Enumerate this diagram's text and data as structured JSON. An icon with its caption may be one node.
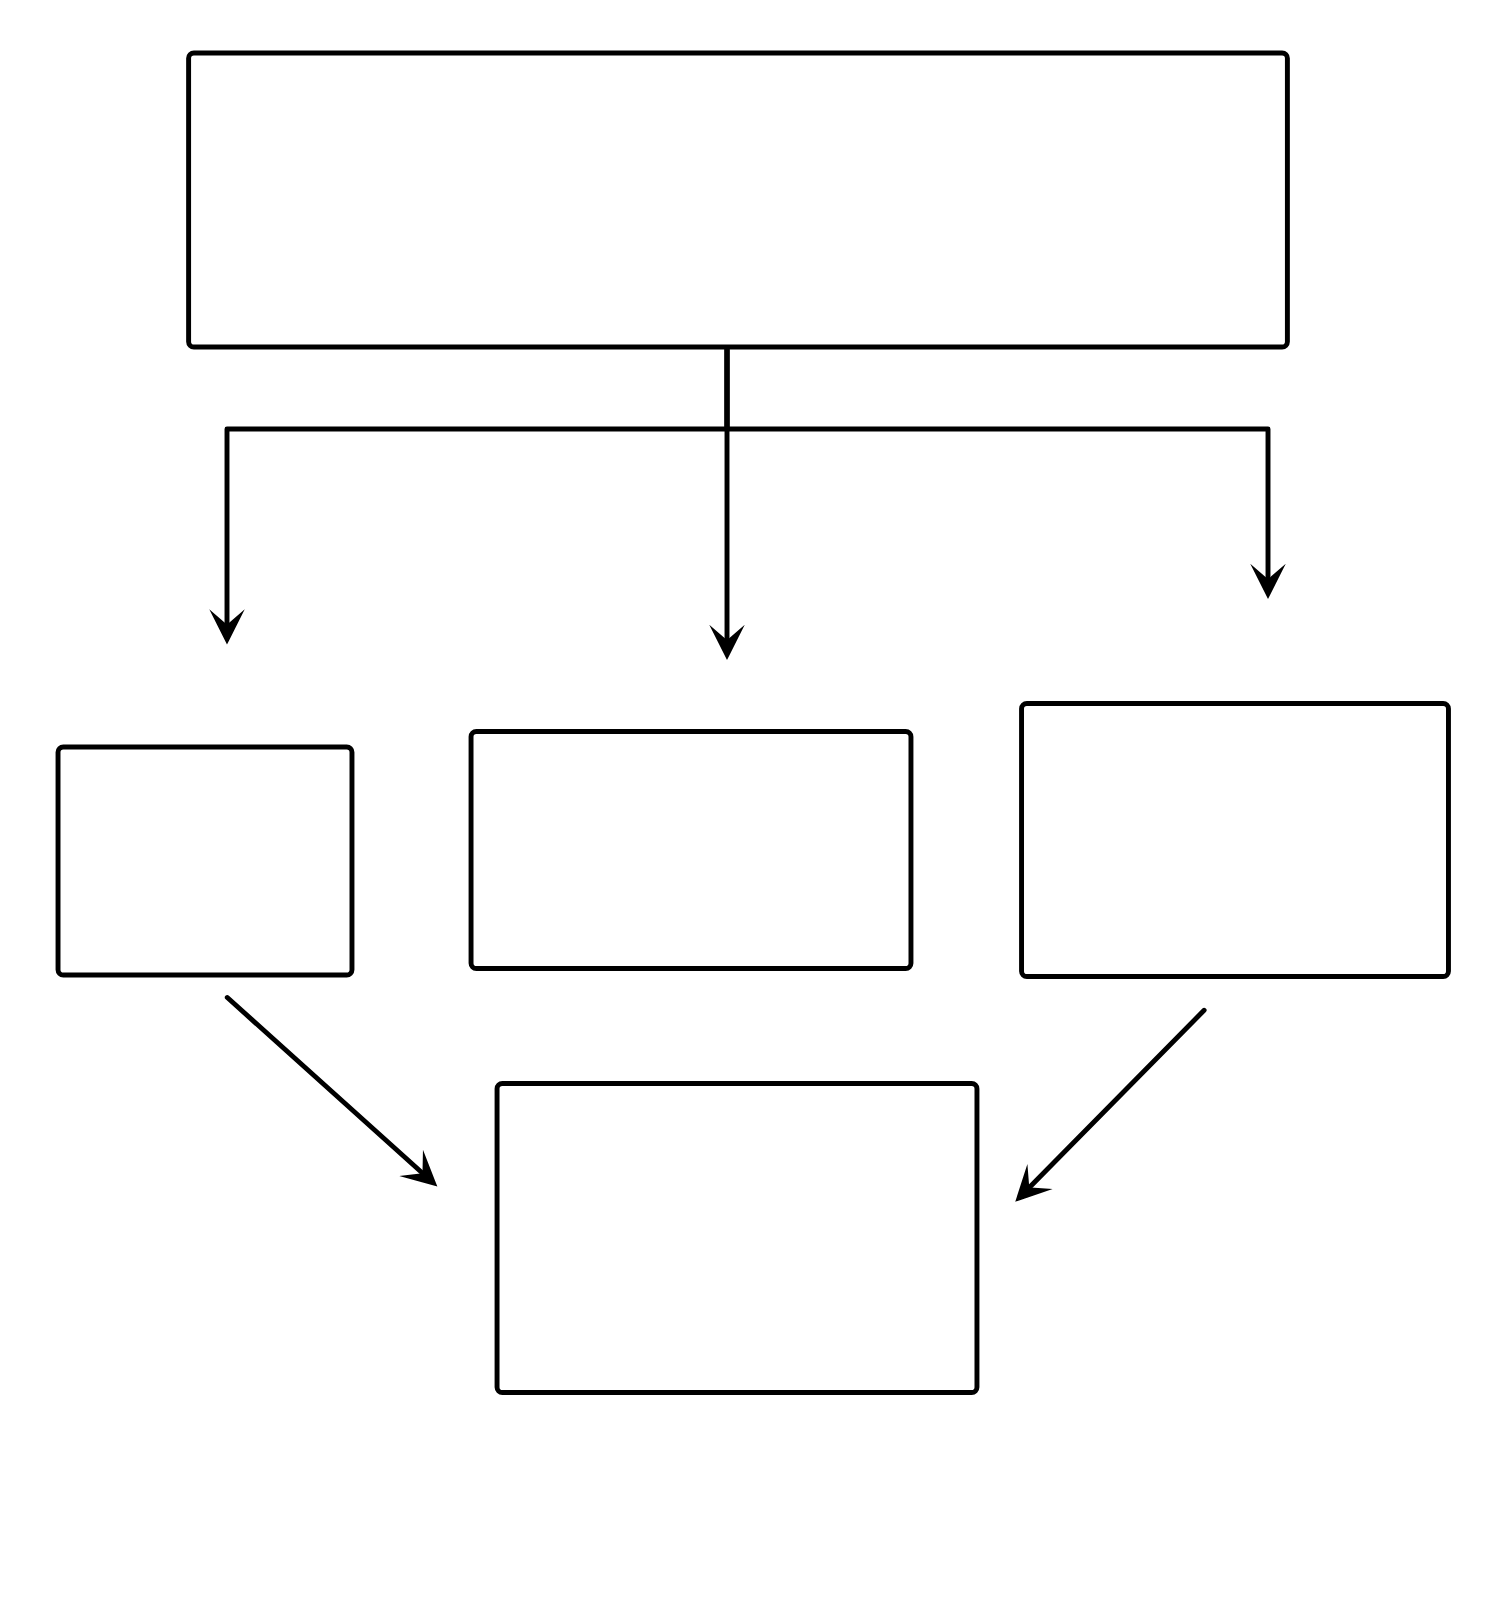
{
  "diagram": {
    "nodes": [
      {
        "text": [],
        "shape": "box"
      },
      {
        "text": [],
        "shape": "box"
      },
      {
        "text": [],
        "shape": "box"
      },
      {
        "text": [],
        "shape": "box"
      },
      {
        "text": [],
        "shape": "box"
      }
    ],
    "edges": [
      {
        "from": 0,
        "to": 1,
        "arrow": "to"
      },
      {
        "from": 0,
        "to": 2,
        "arrow": "to"
      },
      {
        "from": 0,
        "to": 3,
        "arrow": "to"
      },
      {
        "from": 1,
        "to": 4,
        "arrow": "to"
      },
      {
        "from": 3,
        "to": 4,
        "arrow": "to"
      }
    ]
  }
}
